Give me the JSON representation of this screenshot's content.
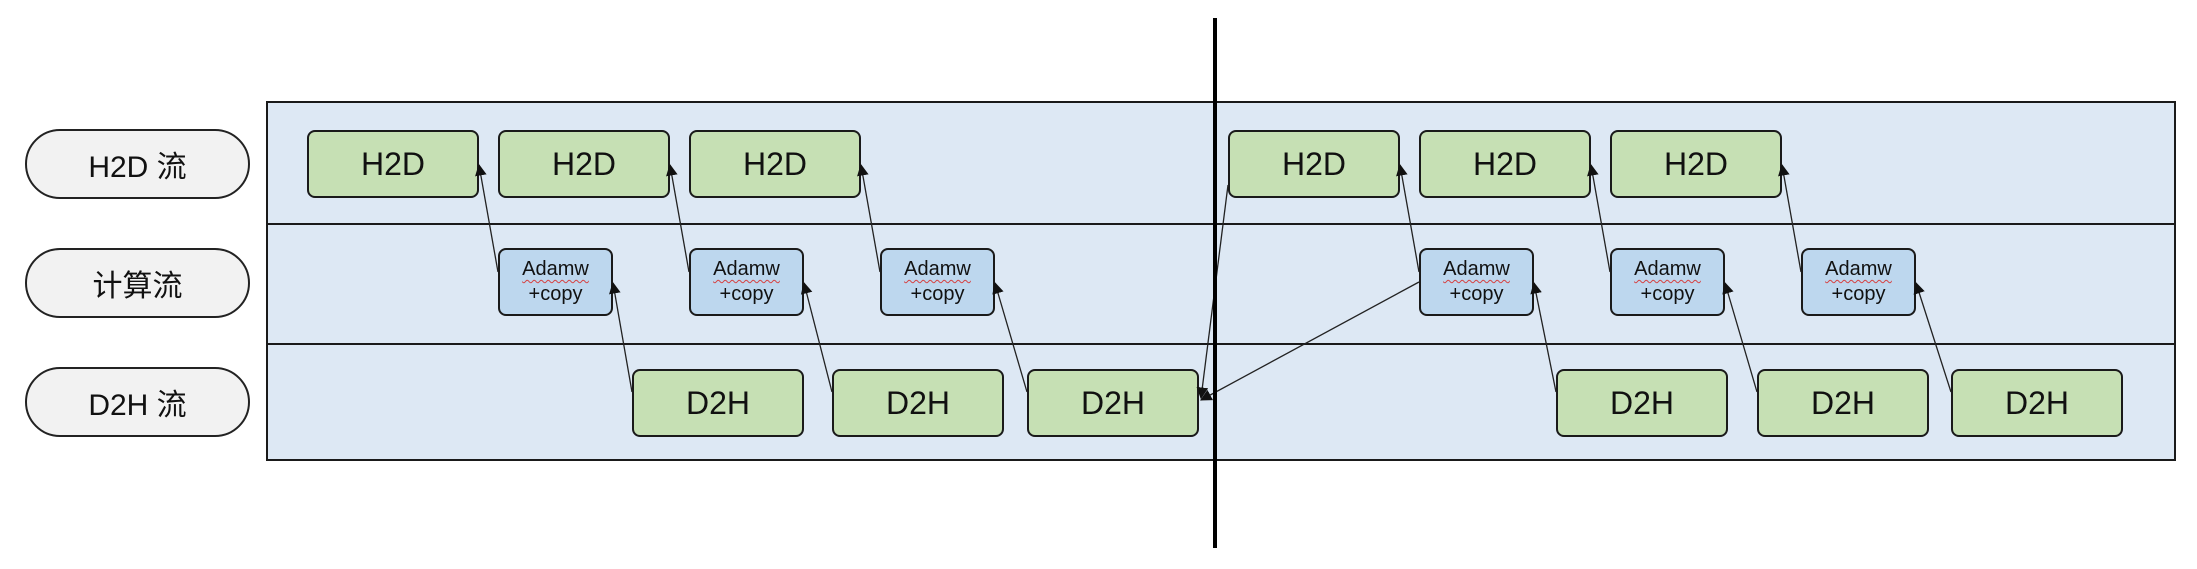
{
  "streams": [
    {
      "label": "H2D 流"
    },
    {
      "label": "计算流"
    },
    {
      "label": "D2H 流"
    }
  ],
  "blocks": {
    "h2d": [
      "H2D",
      "H2D",
      "H2D",
      "H2D",
      "H2D",
      "H2D"
    ],
    "compute": [
      {
        "line1": "Adamw",
        "line2": "+copy"
      },
      {
        "line1": "Adamw",
        "line2": "+copy"
      },
      {
        "line1": "Adamw",
        "line2": "+copy"
      },
      {
        "line1": "Adamw",
        "line2": "+copy"
      },
      {
        "line1": "Adamw",
        "line2": "+copy"
      },
      {
        "line1": "Adamw",
        "line2": "+copy"
      }
    ],
    "d2h": [
      "D2H",
      "D2H",
      "D2H",
      "D2H",
      "D2H",
      "D2H"
    ]
  },
  "colors": {
    "lane_fill": "#dde8f4",
    "transfer_block": "#c6e0b4",
    "compute_block": "#bdd7ee",
    "label_pill": "#f2f2f2"
  }
}
